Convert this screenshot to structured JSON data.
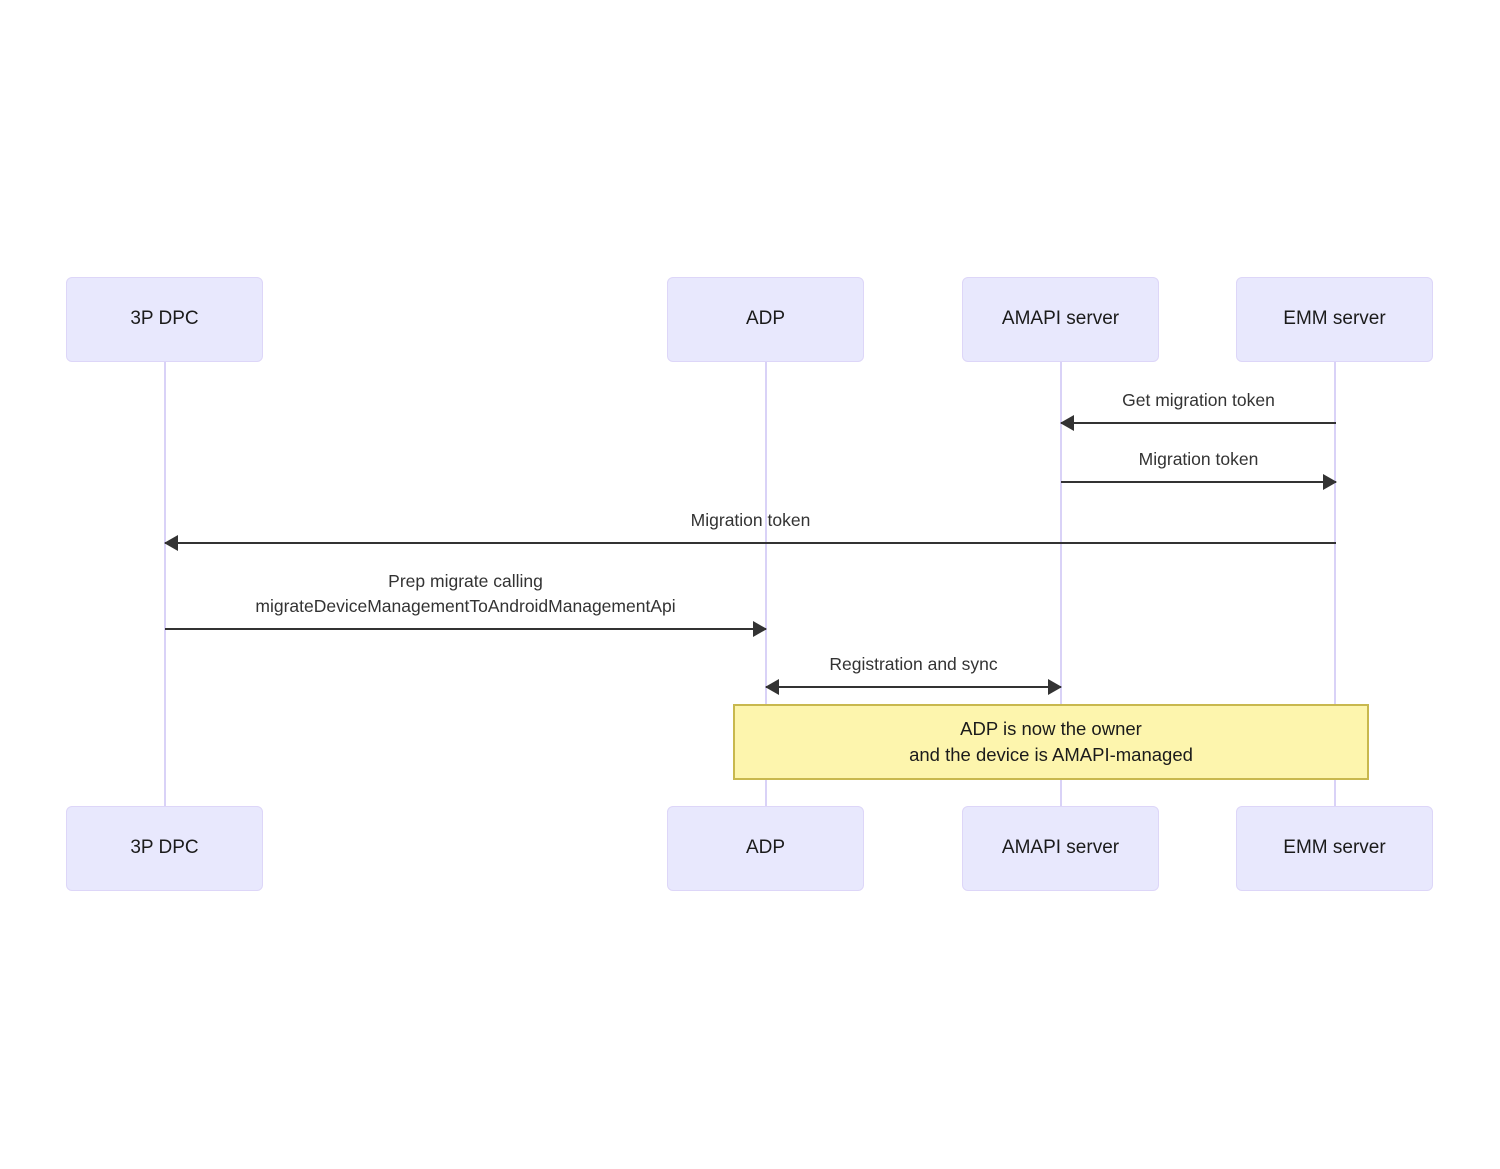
{
  "diagram": {
    "type": "sequence-diagram",
    "title": "AMAPI migration sequence",
    "background_color": "#ffffff",
    "participant_fill": "#e8e8fd",
    "participant_border": "#ddd6f8",
    "lifeline_color": "#d9d2f7",
    "message_color": "#333333",
    "note_fill": "#fdf5ad",
    "note_border": "#c8b84e"
  },
  "participants": [
    {
      "id": "dpc",
      "label": "3P DPC"
    },
    {
      "id": "adp",
      "label": "ADP"
    },
    {
      "id": "amapi",
      "label": "AMAPI server"
    },
    {
      "id": "emm",
      "label": "EMM server"
    }
  ],
  "participants_bottom": [
    {
      "id": "dpc",
      "label": "3P DPC"
    },
    {
      "id": "adp",
      "label": "ADP"
    },
    {
      "id": "amapi",
      "label": "AMAPI server"
    },
    {
      "id": "emm",
      "label": "EMM server"
    }
  ],
  "messages": [
    {
      "index": 1,
      "from": "emm",
      "to": "amapi",
      "direction": "left",
      "label_line1": "Get migration token",
      "label_line2": ""
    },
    {
      "index": 2,
      "from": "amapi",
      "to": "emm",
      "direction": "right",
      "label_line1": "Migration token",
      "label_line2": ""
    },
    {
      "index": 3,
      "from": "emm",
      "to": "dpc",
      "direction": "left",
      "label_line1": "Migration token",
      "label_line2": ""
    },
    {
      "index": 4,
      "from": "dpc",
      "to": "adp",
      "direction": "right",
      "label_line1": "Prep migrate calling",
      "label_line2": "migrateDeviceManagementToAndroidManagementApi"
    },
    {
      "index": 5,
      "from": "adp",
      "to": "amapi",
      "direction": "both",
      "label_line1": "Registration and sync",
      "label_line2": ""
    }
  ],
  "note": {
    "line1": "ADP is now the owner",
    "line2": "and the device is AMAPI-managed"
  }
}
